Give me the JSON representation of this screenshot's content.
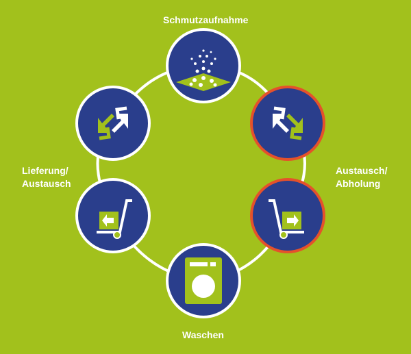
{
  "labels": {
    "top": "Schmutzaufnahme",
    "left_line1": "Lieferung/",
    "left_line2": "Austausch",
    "right_line1": "Austausch/",
    "right_line2": "Abholung",
    "bottom": "Waschen"
  },
  "nodes": [
    {
      "id": "dirt-intake",
      "icon": "dirt-mat-icon",
      "highlight": false
    },
    {
      "id": "exchange-pickup-cycle",
      "icon": "exchange-arrows-icon",
      "highlight": true
    },
    {
      "id": "exchange-pickup-cart",
      "icon": "hand-truck-right-icon",
      "highlight": true
    },
    {
      "id": "washing",
      "icon": "washing-machine-icon",
      "highlight": false
    },
    {
      "id": "delivery-exchange-cart",
      "icon": "hand-truck-left-icon",
      "highlight": false
    },
    {
      "id": "delivery-exchange-cycle",
      "icon": "exchange-arrows-icon",
      "highlight": false
    }
  ],
  "colors": {
    "background": "#a2c11c",
    "node_fill": "#2a3e8c",
    "node_border": "#ffffff",
    "highlight_border": "#e5512b",
    "icon_white": "#ffffff",
    "icon_green": "#a2c11c"
  }
}
